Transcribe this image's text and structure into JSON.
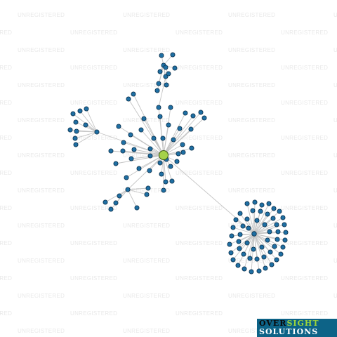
{
  "watermark_text": "UNREGISTERED",
  "logo": {
    "line1_a": "OVER",
    "line1_b": "SIGHT",
    "line2": "SOLUTIONS"
  },
  "colors": {
    "edge": "#c4c4c4",
    "node_fill": "#1f6fa3",
    "node_stroke": "#0b2f4a",
    "hub_fill": "#a5d24a",
    "hub_stroke": "#3d5a14",
    "watermark": "#e9e9e9",
    "logo_bg": "#0d6387"
  },
  "graph": {
    "hub_node": "central-entity",
    "secondary_hub": "cluster-hub",
    "clusters": [
      "top-chain",
      "upper-left-fan",
      "left-fan",
      "lower-left-fan",
      "right-fan",
      "dense-circular-cluster"
    ]
  }
}
